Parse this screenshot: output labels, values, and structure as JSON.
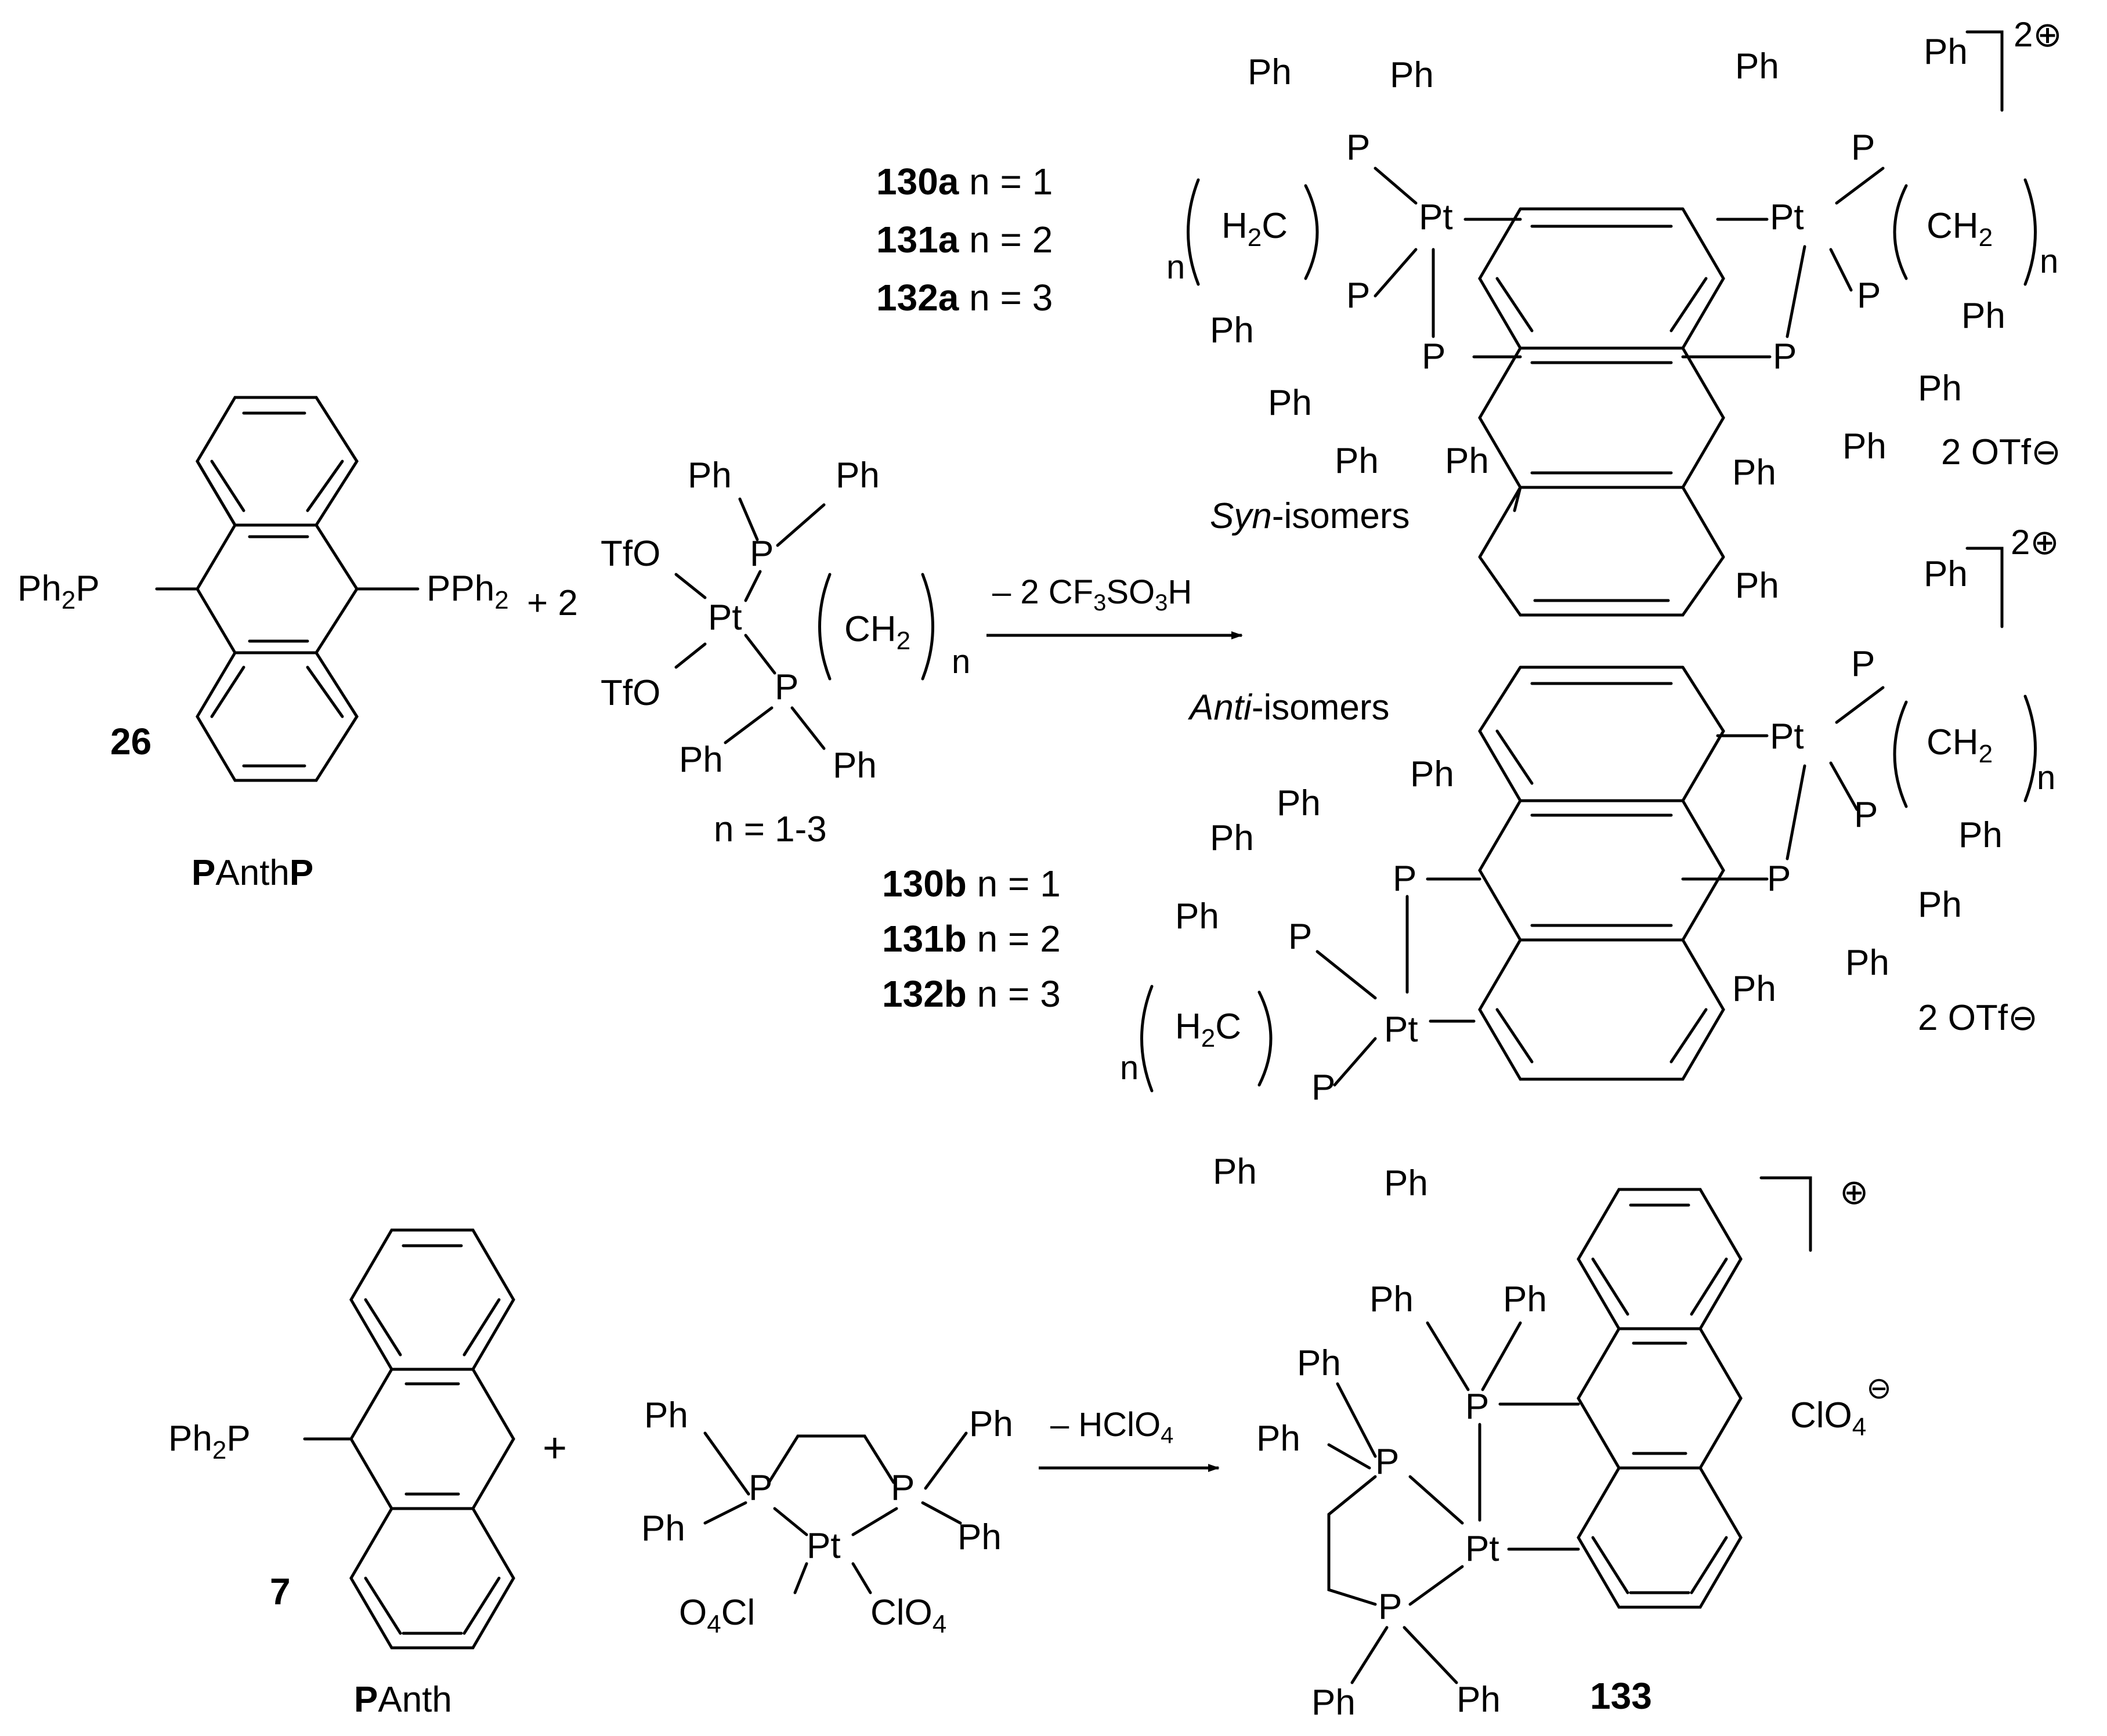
{
  "reaction1": {
    "reactant_ligand": {
      "left_group": "Ph2P",
      "right_group": "PPh2",
      "compound_number": "26",
      "label_bold_1": "P",
      "label_normal": "Anth",
      "label_bold_2": "P"
    },
    "coefficient": "+ 2",
    "reactant_complex": {
      "ligand_top": "TfO",
      "ligand_bottom": "TfO",
      "metal": "Pt",
      "phosphorus": "P",
      "bridge": "(CH2)",
      "n": "n",
      "phenyl": "Ph",
      "n_range": "n = 1-3"
    },
    "arrow_label": "– 2 CF3SO3H",
    "syn_isomers": {
      "caption_italic": "Syn",
      "caption_rest": "-isomers",
      "compounds": [
        {
          "id": "130a",
          "n_value": "n = 1"
        },
        {
          "id": "131a",
          "n_value": "n = 2"
        },
        {
          "id": "132a",
          "n_value": "n = 3"
        }
      ],
      "charge": "2⊕",
      "counterion": "2 OTf⊖"
    },
    "anti_isomers": {
      "caption_italic": "Anti",
      "caption_rest": "-isomers",
      "compounds": [
        {
          "id": "130b",
          "n_value": "n = 1"
        },
        {
          "id": "131b",
          "n_value": "n = 2"
        },
        {
          "id": "132b",
          "n_value": "n = 3"
        }
      ],
      "charge": "2⊕",
      "counterion": "2 OTf⊖"
    }
  },
  "reaction2": {
    "reactant_ligand": {
      "group": "Ph2P",
      "compound_number": "7",
      "label_bold": "P",
      "label_normal": "Anth"
    },
    "plus": "+",
    "reactant_complex": {
      "metal": "Pt",
      "ligand_left": "O4Cl",
      "ligand_right": "ClO4",
      "phosphorus": "P",
      "phenyl": "Ph"
    },
    "arrow_label": "– HClO4",
    "product": {
      "compound_number": "133",
      "charge": "⊕",
      "counterion": "ClO4⊖"
    }
  },
  "atoms": {
    "pt": "Pt",
    "p": "P",
    "ph": "Ph",
    "h2c": "H2C",
    "ch2": "CH2",
    "n": "n"
  }
}
